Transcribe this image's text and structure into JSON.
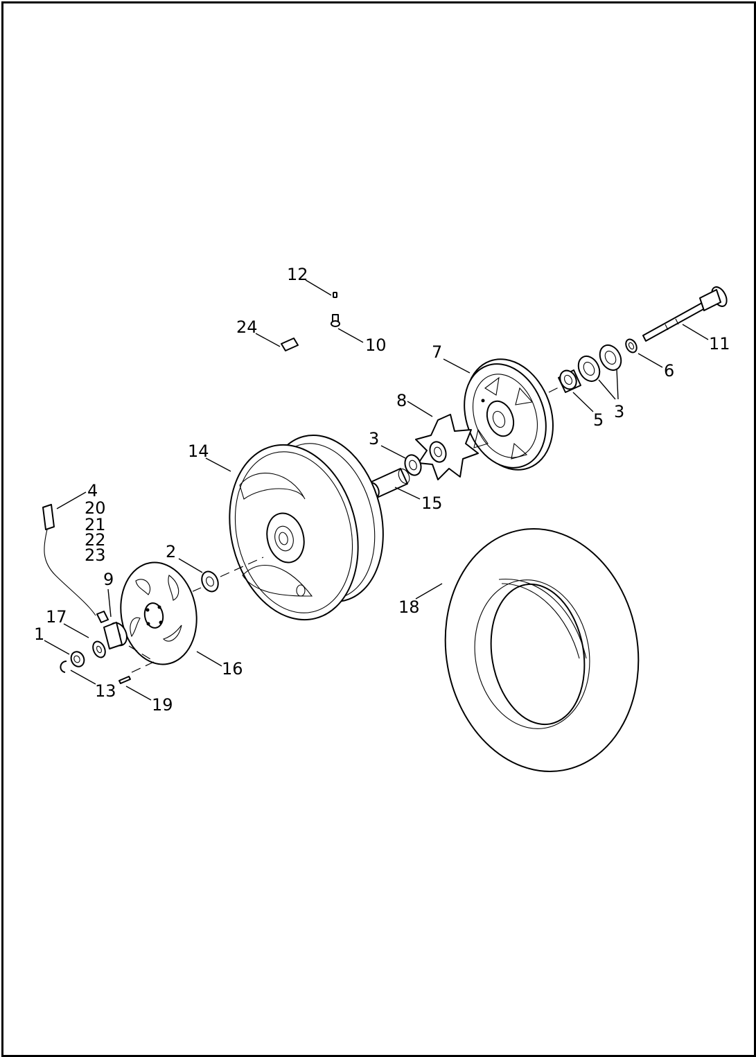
{
  "callouts": {
    "c1": "1",
    "c2": "2",
    "c3a": "3",
    "c3b": "3",
    "c4": "4",
    "c5": "5",
    "c6": "6",
    "c7": "7",
    "c8": "8",
    "c9": "9",
    "c10": "10",
    "c11": "11",
    "c12": "12",
    "c13": "13",
    "c14": "14",
    "c15": "15",
    "c16": "16",
    "c17": "17",
    "c18": "18",
    "c19": "19",
    "c20": "20",
    "c21": "21",
    "c22": "22",
    "c23": "23",
    "c24": "24"
  }
}
